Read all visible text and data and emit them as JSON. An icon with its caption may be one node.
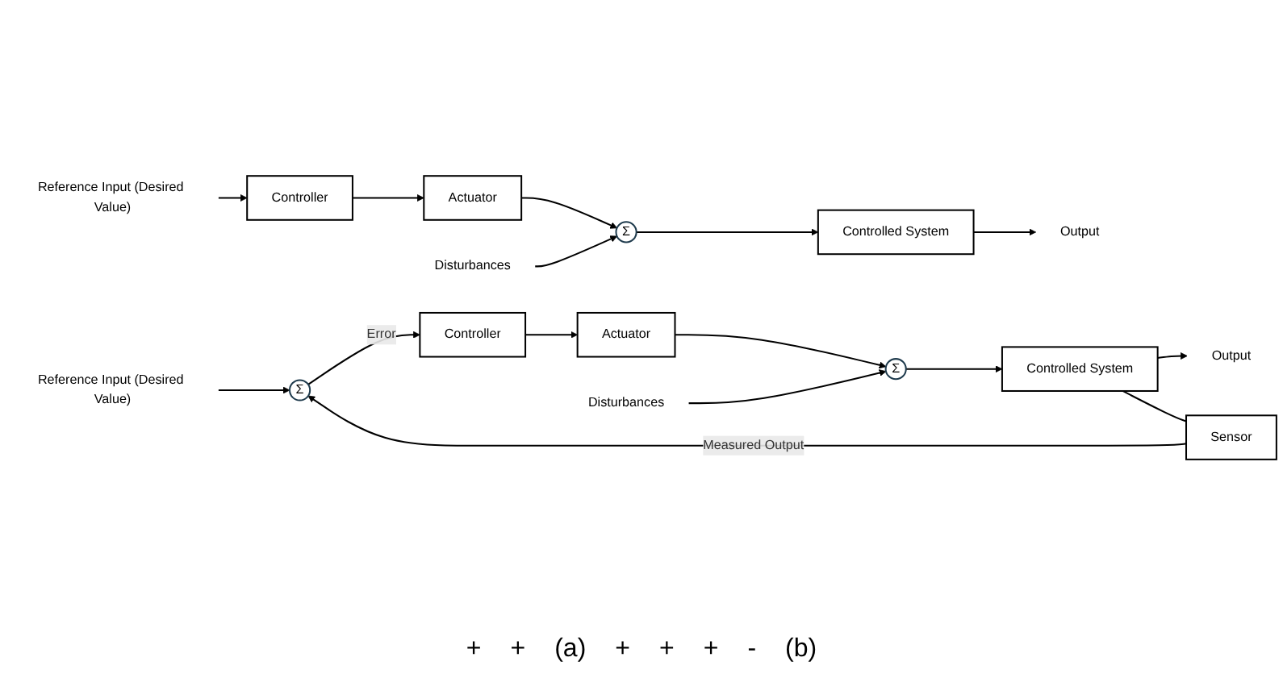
{
  "diagram": {
    "nodes": [
      {
        "text": [
          "Reference Input (Desired Value)"
        ]
      },
      {
        "text": [
          "Controller"
        ]
      },
      {
        "text": [
          "Actuator"
        ]
      },
      {
        "text": [
          "Σ"
        ]
      },
      {
        "text": [
          "Disturbances"
        ]
      },
      {
        "text": [
          "Controlled System"
        ]
      },
      {
        "text": [
          "Output"
        ]
      },
      {
        "text": [
          "Reference Input (Desired Value)"
        ]
      },
      {
        "text": [
          "Σ"
        ]
      },
      {
        "text": [
          "Controller"
        ]
      },
      {
        "text": [
          "Actuator"
        ]
      },
      {
        "text": [
          "Σ"
        ]
      },
      {
        "text": [
          "Disturbances"
        ]
      },
      {
        "text": [
          "Controlled System"
        ]
      },
      {
        "text": [
          "Output"
        ]
      },
      {
        "text": [
          "Sensor"
        ]
      }
    ],
    "edges": [
      {
        "from": 0,
        "to": 1,
        "arrow": "to"
      },
      {
        "from": 1,
        "to": 2,
        "arrow": "to"
      },
      {
        "from": 2,
        "to": 3,
        "arrow": "to"
      },
      {
        "from": 4,
        "to": 3,
        "arrow": "to"
      },
      {
        "from": 3,
        "to": 5,
        "arrow": "to"
      },
      {
        "from": 5,
        "to": 6,
        "arrow": "to"
      },
      {
        "from": 7,
        "to": 8,
        "arrow": "to"
      },
      {
        "from": 8,
        "to": 9,
        "label": "Error",
        "arrow": "to"
      },
      {
        "from": 9,
        "to": 10,
        "arrow": "to"
      },
      {
        "from": 10,
        "to": 11,
        "arrow": "to"
      },
      {
        "from": 12,
        "to": 11,
        "arrow": "to"
      },
      {
        "from": 11,
        "to": 13,
        "arrow": "to"
      },
      {
        "from": 13,
        "to": 14,
        "arrow": "to"
      },
      {
        "from": 13,
        "to": 15,
        "arrow": "none"
      },
      {
        "from": 15,
        "to": 8,
        "label": "Measured Output",
        "arrow": "to"
      }
    ],
    "labels": [
      "+",
      "+",
      "(a)",
      "+",
      "+",
      "+",
      "-",
      "(b)"
    ]
  }
}
